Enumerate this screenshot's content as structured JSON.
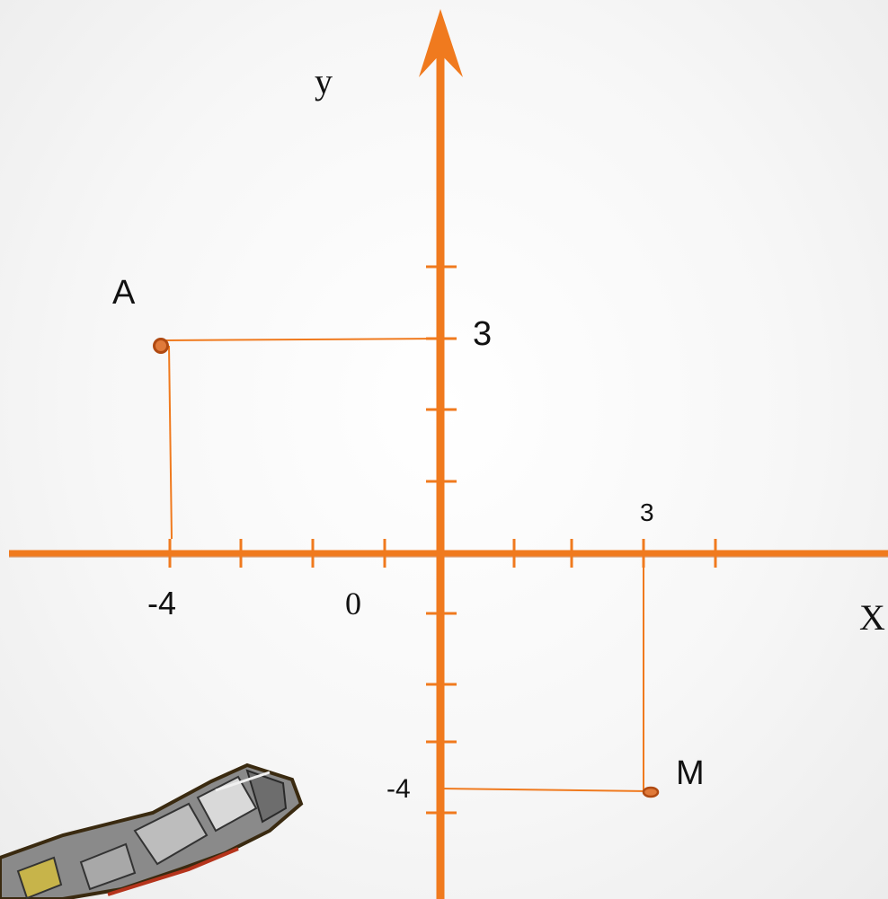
{
  "axes": {
    "x_label": "X",
    "y_label": "y",
    "origin_label": "0",
    "color": "#f07a1e"
  },
  "tick_labels": {
    "x_pos_3": "3",
    "x_neg_4": "-4",
    "y_pos_3": "3",
    "y_neg_4": "-4"
  },
  "points": [
    {
      "name": "A",
      "x": -4,
      "y": 3
    },
    {
      "name": "M",
      "x": 3,
      "y": -4
    }
  ],
  "decoration": {
    "icon": "spaceship-icon"
  }
}
